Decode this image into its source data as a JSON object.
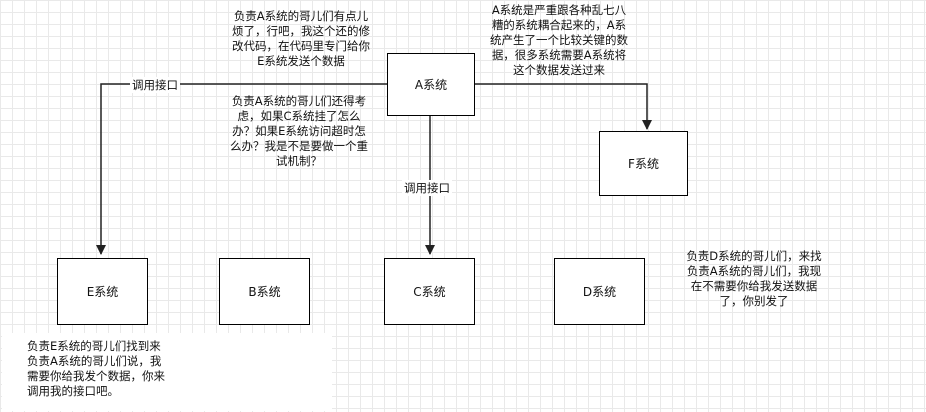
{
  "nodes": {
    "a": "A系统",
    "b": "B系统",
    "c": "C系统",
    "d": "D系统",
    "e": "E系统",
    "f": "F系统"
  },
  "edge_labels": {
    "a_to_e": "调用接口",
    "a_to_c": "调用接口"
  },
  "notes": {
    "top_left": [
      "负责A系统的哥儿们有点儿",
      "烦了，行吧，我这个还的修",
      "改代码，在代码里专门给你",
      "E系统发送个数据"
    ],
    "mid": [
      "负责A系统的哥儿们还得考",
      "虑，如果C系统挂了怎么",
      "办？如果E系统访问超时怎",
      "么办？我是不是要做一个重",
      "试机制？"
    ],
    "top_right": [
      "A系统是严重跟各种乱七八",
      "糟的系统耦合起来的，A系",
      "统产生了一个比较关键的数",
      "据，很多系统需要A系统将",
      "这个数据发送过来"
    ],
    "right": [
      "负责D系统的哥儿们，来找",
      "负责A系统的哥儿们，我现",
      "在不需要你给我发送数据",
      "了，你别发了"
    ],
    "bottom_left": [
      "负责E系统的哥儿们找到来",
      "负责A系统的哥儿们说，我",
      "需要你给我发个数据，你来",
      "调用我的接口吧。"
    ]
  }
}
